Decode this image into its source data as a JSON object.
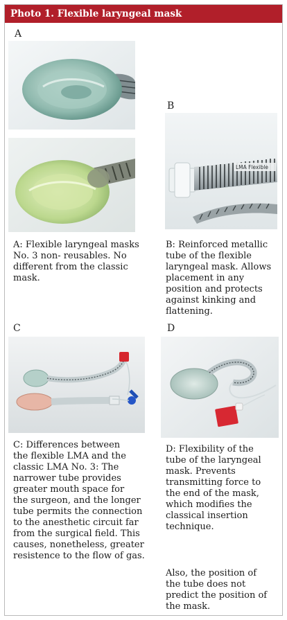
{
  "header": {
    "title": "Photo 1. Flexible laryngeal mask"
  },
  "panels": {
    "a": {
      "label": "A",
      "caption": "A: Flexible laryngeal masks\nNo. 3 non- reusables. No\ndifferent from the classic\nmask."
    },
    "b": {
      "label": "B",
      "caption": "B: Reinforced metallic\ntube of the flexible\nlaryngeal mask. Allows\nplacement in any\nposition and protects\nagainst kinking and\nflattening.",
      "tube_text": "LMA Flexible"
    },
    "c": {
      "label": "C",
      "caption": "C: Differences between\nthe flexible LMA and the\nclassic LMA No. 3: The\nnarrower tube provides\ngreater mouth space for\nthe surgeon, and the longer\ntube permits the connection\nto the anesthetic circuit far\nfrom the surgical field. This\ncauses, nonetheless, greater\nresistence to the flow of gas."
    },
    "d": {
      "label": "D",
      "caption": "D: Flexibility of the\ntube of the laryngeal\nmask. Prevents\ntransmitting force to\nthe end of the mask,\nwhich modifies the\nclassical insertion\ntechnique.",
      "caption2": "Also, the position of\nthe tube does not\npredict the position of\nthe mask."
    }
  },
  "colors": {
    "header_bg": "#b11f2a",
    "header_text": "#ffffff"
  }
}
